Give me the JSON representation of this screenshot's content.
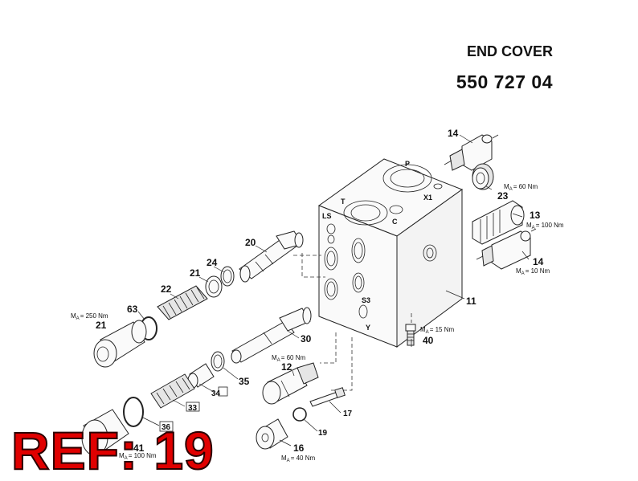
{
  "header": {
    "title": "END COVER",
    "part_number": "550 727 04"
  },
  "ref_label": "REF: 19",
  "ports": {
    "p": "P",
    "t": "T",
    "x1": "X1",
    "c": "C",
    "ls": "LS",
    "s3": "S3",
    "y": "Y"
  },
  "callouts": {
    "c14a": "14",
    "c23": "23",
    "c13": "13",
    "c14b": "14",
    "c11": "11",
    "c40": "40",
    "c20": "20",
    "c24": "24",
    "c21a": "21",
    "c22": "22",
    "c63": "63",
    "c21b": "21",
    "c30": "30",
    "c12": "12",
    "c35": "35",
    "c34": "34",
    "c33": "33",
    "c36": "36",
    "c17": "17",
    "c19": "19",
    "c16": "16",
    "c41": "41"
  },
  "torques": {
    "t23": "= 60 Nm",
    "t13": "= 100 Nm",
    "t14": "= 10 Nm",
    "t40": "= 15 Nm",
    "t21": "= 250 Nm",
    "t12": "= 60 Nm",
    "t16": "= 40 Nm",
    "t41": "= 100 Nm",
    "m": "M",
    "a": "A"
  }
}
